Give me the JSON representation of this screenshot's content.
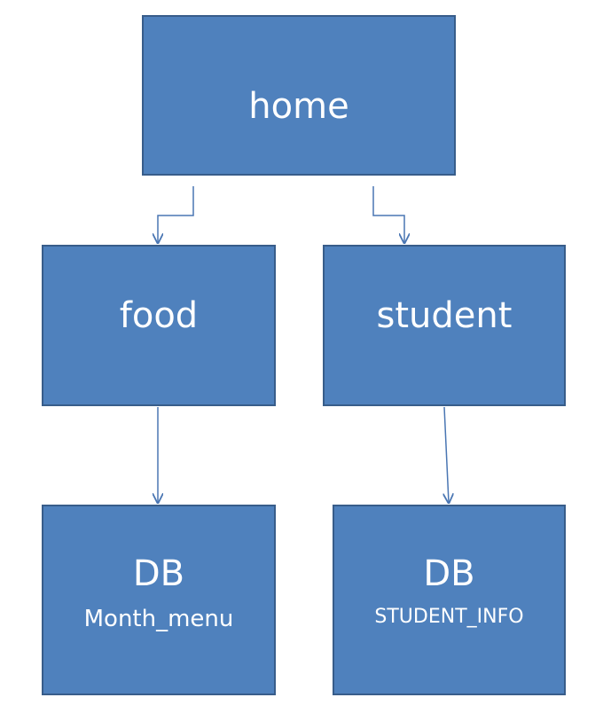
{
  "colors": {
    "box_fill": "#4f81bd",
    "box_border": "#385d8a",
    "text": "#ffffff",
    "connector": "#4a76b3"
  },
  "nodes": {
    "home": {
      "label": "home"
    },
    "food": {
      "label": "food"
    },
    "student": {
      "label": "student"
    },
    "db_food": {
      "title": "DB",
      "subtitle": "Month_menu"
    },
    "db_student": {
      "title": "DB",
      "subtitle": "STUDENT_INFO"
    }
  },
  "edges": [
    {
      "from": "home",
      "to": "food"
    },
    {
      "from": "home",
      "to": "student"
    },
    {
      "from": "food",
      "to": "db_food"
    },
    {
      "from": "student",
      "to": "db_student"
    }
  ]
}
